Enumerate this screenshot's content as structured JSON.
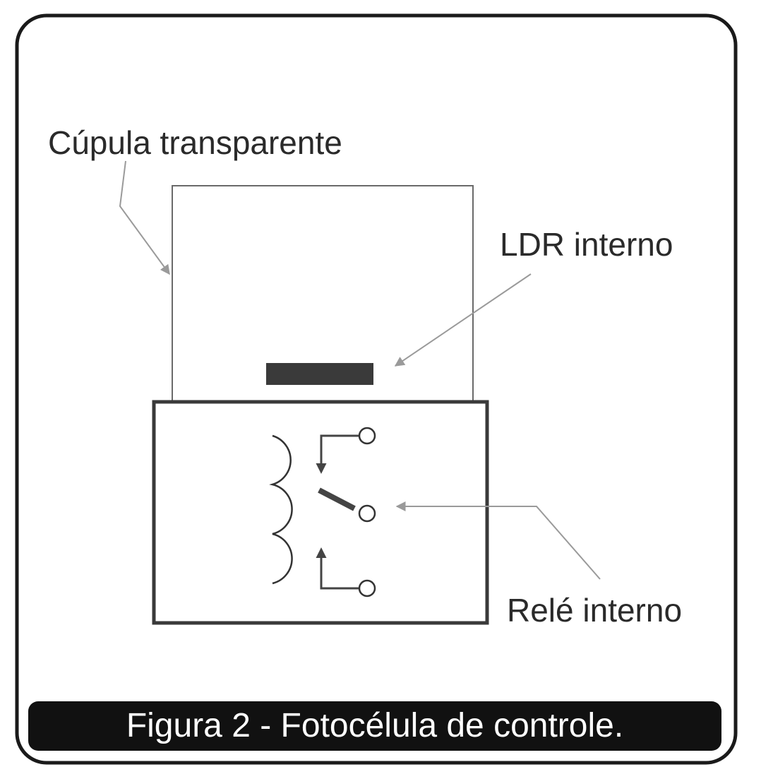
{
  "labels": {
    "dome": "Cúpula transparente",
    "ldr": "LDR interno",
    "relay": "Relé interno"
  },
  "caption": "Figura 2 - Fotocélula de controle.",
  "colors": {
    "frame": "#1a1a1a",
    "caption_bg": "#111111",
    "caption_text": "#ffffff",
    "arrow": "#9a9a9a",
    "ldr": "#3a3a3a",
    "line": "#555555"
  },
  "icons": {
    "coil": "coil-icon",
    "contact": "contact-terminal-icon",
    "arrow": "arrow-icon"
  }
}
